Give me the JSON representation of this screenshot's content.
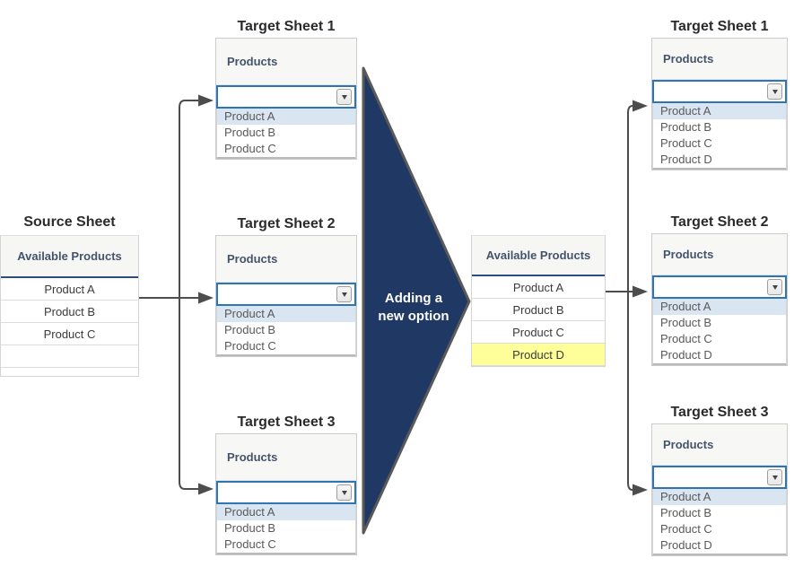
{
  "colors": {
    "header_underline_navy": "#2e4d7b",
    "dropdown_border_blue": "#2e75b6",
    "selected_option_blue": "#dae5f2",
    "highlight_yellow": "#ffff99",
    "big_arrow_fill": "#1f3864",
    "big_arrow_border": "#595959",
    "connector_gray": "#4d4d4d"
  },
  "source_sheet": {
    "title": "Source Sheet",
    "header": "Available Products",
    "rows": [
      "Product A",
      "Product B",
      "Product C"
    ]
  },
  "middle_targets": [
    {
      "title": "Target Sheet 1",
      "header": "Products",
      "dropdown_value": "",
      "options": [
        "Product A",
        "Product B",
        "Product C"
      ],
      "selected_option": "Product A"
    },
    {
      "title": "Target Sheet 2",
      "header": "Products",
      "dropdown_value": "",
      "options": [
        "Product A",
        "Product B",
        "Product C"
      ],
      "selected_option": "Product A"
    },
    {
      "title": "Target Sheet 3",
      "header": "Products",
      "dropdown_value": "",
      "options": [
        "Product A",
        "Product B",
        "Product C"
      ],
      "selected_option": "Product A"
    }
  ],
  "big_arrow": {
    "label_line1": "Adding a",
    "label_line2": "new option"
  },
  "updated_list": {
    "header": "Available Products",
    "rows": [
      "Product A",
      "Product B",
      "Product C",
      "Product D"
    ],
    "highlighted_row": "Product D"
  },
  "right_targets": [
    {
      "title": "Target Sheet 1",
      "header": "Products",
      "dropdown_value": "",
      "options": [
        "Product A",
        "Product B",
        "Product C",
        "Product D"
      ],
      "selected_option": "Product A"
    },
    {
      "title": "Target Sheet 2",
      "header": "Products",
      "dropdown_value": "",
      "options": [
        "Product A",
        "Product B",
        "Product C",
        "Product D"
      ],
      "selected_option": "Product A"
    },
    {
      "title": "Target Sheet 3",
      "header": "Products",
      "dropdown_value": "",
      "options": [
        "Product A",
        "Product B",
        "Product C",
        "Product D"
      ],
      "selected_option": "Product A"
    }
  ]
}
